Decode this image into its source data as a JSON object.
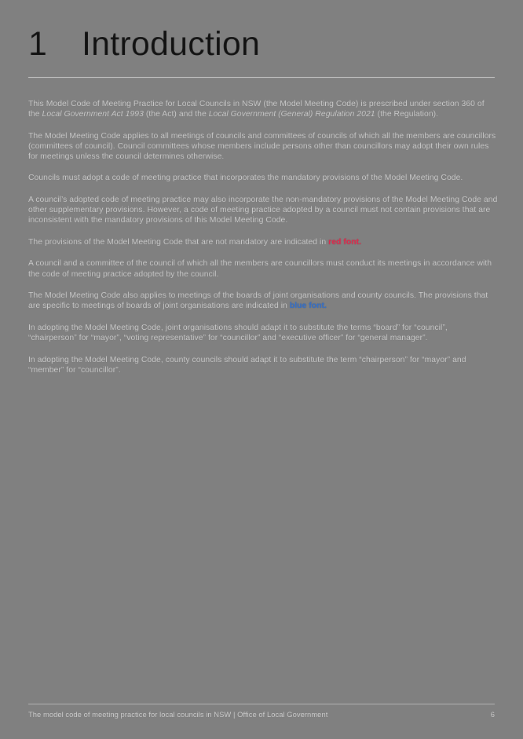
{
  "document": {
    "heading": {
      "number": "1",
      "title": "Introduction"
    },
    "paragraphs": [
      {
        "id": "p1",
        "html": "This Model Code of Meeting Practice for Local Councils in NSW (the Model Meeting Code) is prescribed under section 360 of the <em>Local Government Act 1993</em> (the Act) and the <em>Local Government (General) Regulation 2021</em> (the Regulation)."
      },
      {
        "id": "p2",
        "html": "The Model Meeting Code applies to all meetings of councils and committees of councils of which all the members are councillors (committees of council). Council committees whose members include persons other than councillors may adopt their own rules for meetings unless the council determines otherwise."
      },
      {
        "id": "p3",
        "html": "Councils must adopt a code of meeting practice that incorporates the mandatory provisions of the Model Meeting Code."
      },
      {
        "id": "p4",
        "html": "A council&rsquo;s adopted code of meeting practice may also incorporate the non-mandatory provisions of the Model Meeting Code and other supplementary provisions. However, a code of meeting practice adopted by a council must not contain provisions that are inconsistent with the mandatory provisions of this Model Meeting Code."
      },
      {
        "id": "p5",
        "html": "The provisions of the Model Meeting Code that are not mandatory are indicated in <span class=\"red-font\">red font.</span>"
      },
      {
        "id": "p6",
        "html": "A council and a committee of the council of which all the members are councillors must conduct its meetings in accordance with the code of meeting practice adopted by the council."
      },
      {
        "id": "p7",
        "html": "The Model Meeting Code also applies to meetings of the boards of joint organisations and county councils. The provisions that are specific to meetings of boards of joint organisations are indicated in <span class=\"blue-font\">blue font.</span>"
      },
      {
        "id": "p8",
        "html": "In adopting the Model Meeting Code, joint organisations should adapt it to substitute the terms &ldquo;board&rdquo; for &ldquo;council&rdquo;, &ldquo;chairperson&rdquo; for &ldquo;mayor&rdquo;, &ldquo;voting representative&rdquo; for &ldquo;councillor&rdquo; and &ldquo;executive officer&rdquo; for &ldquo;general manager&rdquo;."
      },
      {
        "id": "p9",
        "html": "In adopting the Model Meeting Code, county councils should adapt it to substitute the term &ldquo;chairperson&rdquo; for &ldquo;mayor&rdquo; and &ldquo;member&rdquo; for &ldquo;councillor&rdquo;."
      }
    ],
    "footer": {
      "text": "The model code of meeting practice for local councils in NSW | Office of Local Government",
      "page_number": "6"
    },
    "colors": {
      "page_background": "#808080",
      "heading": "#111111",
      "body_text": "#d2d2d2",
      "red_font": "#e8254a",
      "blue_font": "#2f6fd0",
      "rule": "#c8c8c8"
    }
  }
}
